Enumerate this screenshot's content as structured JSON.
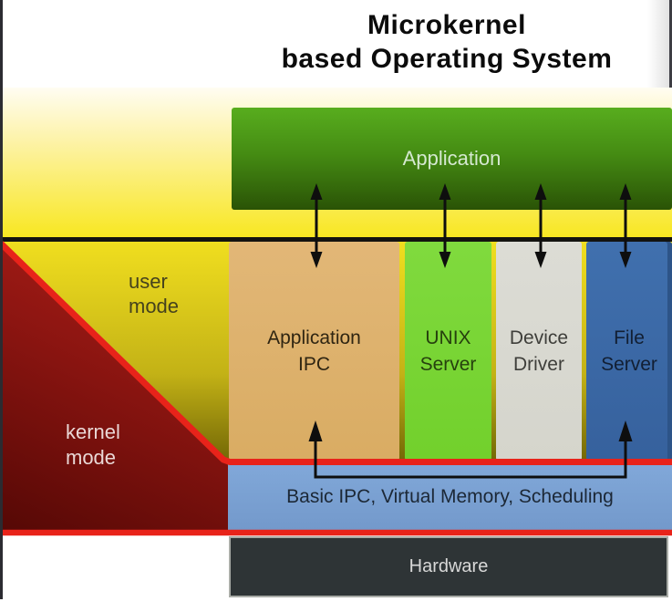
{
  "title": {
    "line1": "Microkernel",
    "line2": "based Operating System"
  },
  "labels": {
    "user_line1": "user",
    "user_line2": "mode",
    "kernel_line1": "kernel",
    "kernel_line2": "mode"
  },
  "boxes": {
    "application": {
      "label": "Application"
    },
    "application_ipc": {
      "line1": "Application",
      "line2": "IPC"
    },
    "unix_server": {
      "line1": "UNIX",
      "line2": "Server"
    },
    "device_driver": {
      "line1": "Device",
      "line2": "Driver"
    },
    "file_server": {
      "line1": "File",
      "line2": "Server"
    },
    "basic_ipc": {
      "label": "Basic IPC, Virtual Memory, Scheduling"
    },
    "hardware": {
      "label": "Hardware"
    }
  },
  "colors": {
    "user_mode_yellow_top": "#fffdf2",
    "user_mode_yellow_bottom": "#f8e722",
    "lower_olive_bottom": "#6a5f04",
    "kernel_boundary_red": "#e8231a",
    "kernel_maroon_light": "#b32019",
    "kernel_maroon_dark": "#540805",
    "application_green_top": "#58ad1e",
    "application_green_bottom": "#2a5306",
    "application_ipc_tan": "#deb16d",
    "unix_server_green": "#7ed83a",
    "device_driver_gray": "#d9d9d1",
    "file_server_blue": "#3c69a6",
    "basic_ipc_blue": "#7ba2d3",
    "hardware_dark": "#2e3436",
    "divider_black": "#131310",
    "arrow_black": "#0e0e0e"
  }
}
